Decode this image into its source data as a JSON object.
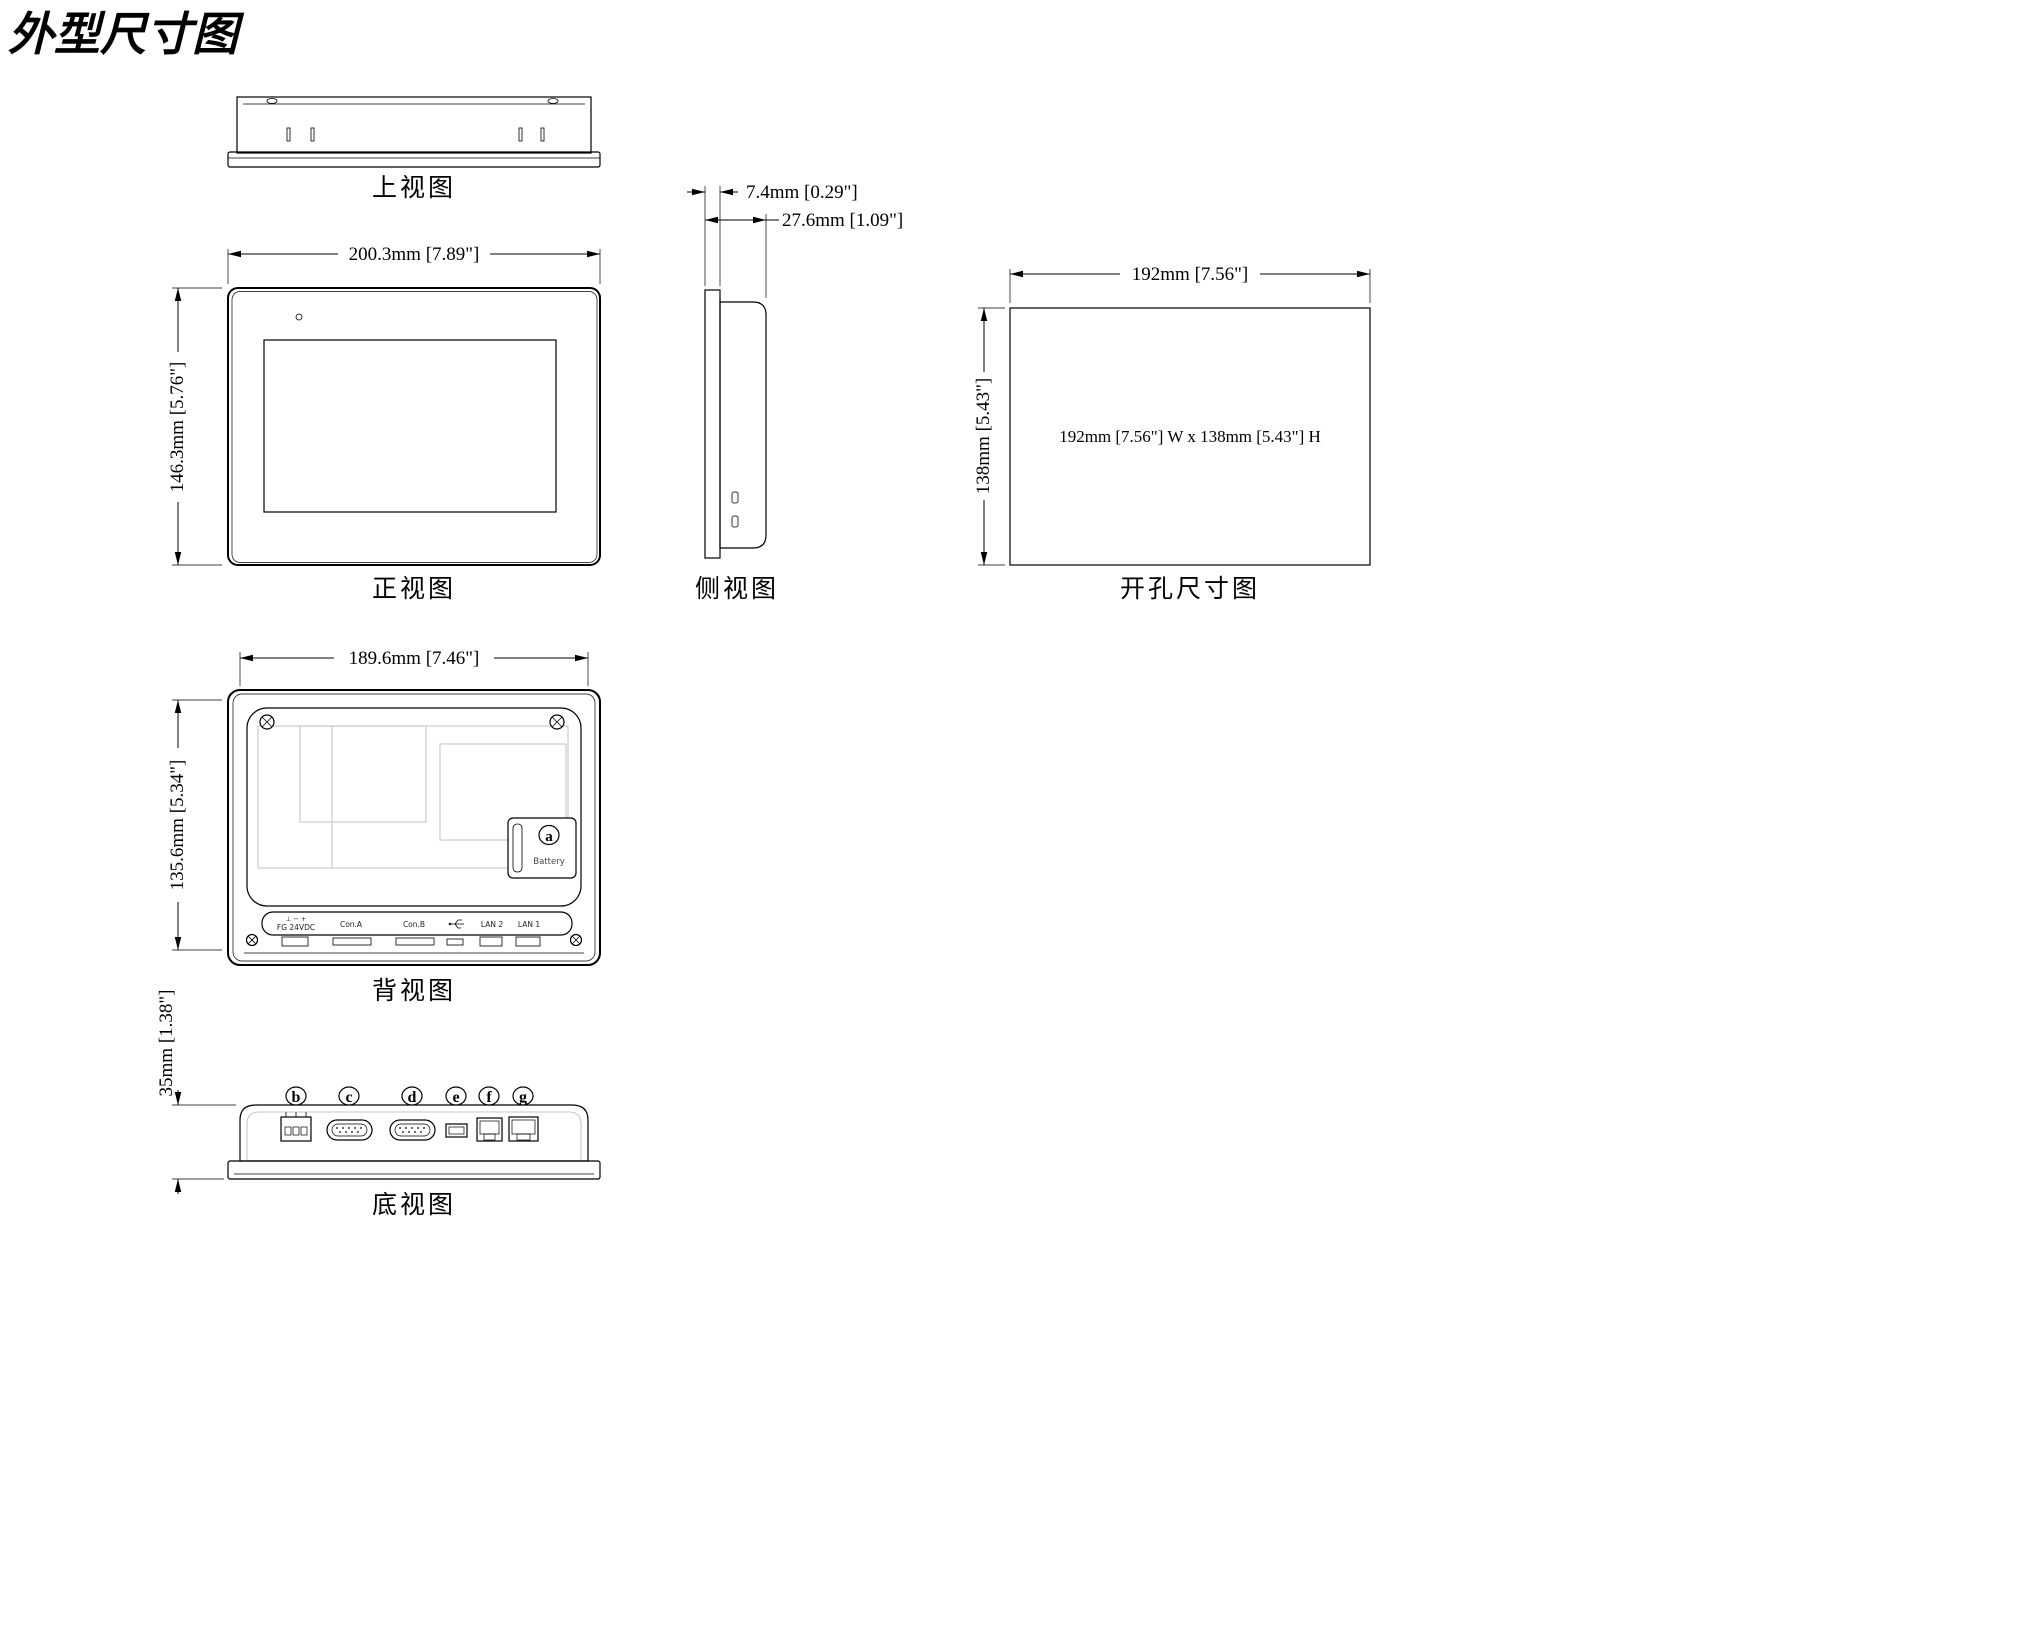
{
  "title": "外型尺寸图",
  "colors": {
    "line_color": "#000000",
    "faint_line_color": "#b5b5b5"
  },
  "views": {
    "top": {
      "label": "上视图"
    },
    "front": {
      "label": "正视图",
      "width": "200.3mm [7.89\"]",
      "height": "146.3mm [5.76\"]"
    },
    "side": {
      "label": "侧视图",
      "thickness": "7.4mm [0.29\"]",
      "depth": "27.6mm [1.09\"]"
    },
    "cutout": {
      "label": "开孔尺寸图",
      "width": "192mm [7.56\"]",
      "height": "138mm [5.43\"]",
      "note": "192mm [7.56\"] W x 138mm [5.43\"] H"
    },
    "rear": {
      "label": "背视图",
      "width": "189.6mm [7.46\"]",
      "height": "135.6mm [5.34\"]",
      "battery": {
        "callout": "a",
        "label": "Battery"
      },
      "terminal_marks": "⊥ − +",
      "ports": [
        "FG 24VDC",
        "Con.A",
        "Con.B",
        "LAN 2",
        "LAN 1"
      ]
    },
    "bottom": {
      "label": "底视图",
      "height": "35mm [1.38\"]",
      "callouts": [
        "b",
        "c",
        "d",
        "e",
        "f",
        "g"
      ]
    }
  }
}
